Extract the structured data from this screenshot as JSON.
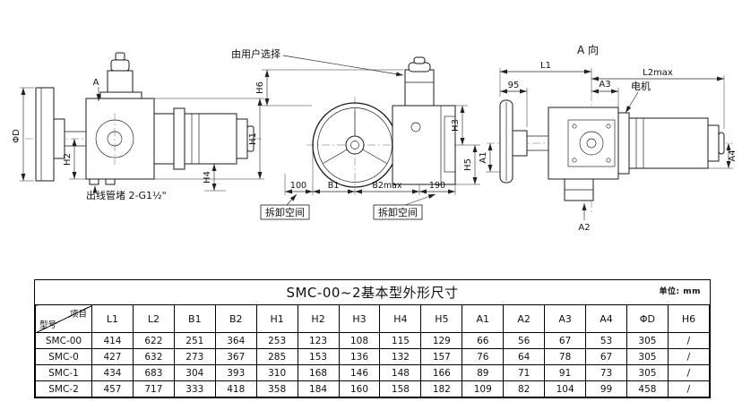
{
  "drawing": {
    "side_view": {
      "dim_phi_d": "ΦD",
      "dim_h1": "H1",
      "dim_h2": "H2",
      "dim_h4": "H4",
      "view_arrow": "A",
      "outlet_note": "出线管堵 2-G1½\""
    },
    "front_view": {
      "user_option_note": "由用户选择",
      "dim_h6": "H6",
      "dim_h3": "H3",
      "dim_h5": "H5",
      "dim_100": "100",
      "dim_b1": "B1",
      "dim_b2max": "B2max",
      "dim_190": "190",
      "removal_space_left": "拆卸空间",
      "removal_space_right": "拆卸空间"
    },
    "top_view": {
      "view_title": "A 向",
      "dim_l1": "L1",
      "dim_l2max": "L2max",
      "dim_95": "95",
      "dim_a3": "A3",
      "motor_label": "电机",
      "dim_a1": "A1",
      "dim_a2": "A2",
      "dim_a4": "A4"
    }
  },
  "table": {
    "title": "SMC-00~2基本型外形尺寸",
    "unit_note": "单位: mm",
    "corner_top": "项目",
    "corner_bottom": "型号",
    "columns": [
      "L1",
      "L2",
      "B1",
      "B2",
      "H1",
      "H2",
      "H3",
      "H4",
      "H5",
      "A1",
      "A2",
      "A3",
      "A4",
      "ΦD",
      "H6"
    ],
    "rows": [
      {
        "model": "SMC-00",
        "values": [
          "414",
          "622",
          "251",
          "364",
          "253",
          "123",
          "108",
          "115",
          "129",
          "66",
          "56",
          "67",
          "53",
          "305",
          "/"
        ]
      },
      {
        "model": "SMC-0",
        "values": [
          "427",
          "632",
          "273",
          "367",
          "285",
          "153",
          "136",
          "132",
          "157",
          "76",
          "64",
          "78",
          "67",
          "305",
          "/"
        ]
      },
      {
        "model": "SMC-1",
        "values": [
          "434",
          "683",
          "304",
          "393",
          "310",
          "168",
          "146",
          "148",
          "166",
          "89",
          "71",
          "91",
          "73",
          "305",
          "/"
        ]
      },
      {
        "model": "SMC-2",
        "values": [
          "457",
          "717",
          "333",
          "418",
          "358",
          "184",
          "160",
          "158",
          "182",
          "109",
          "82",
          "104",
          "99",
          "458",
          "/"
        ]
      }
    ]
  }
}
